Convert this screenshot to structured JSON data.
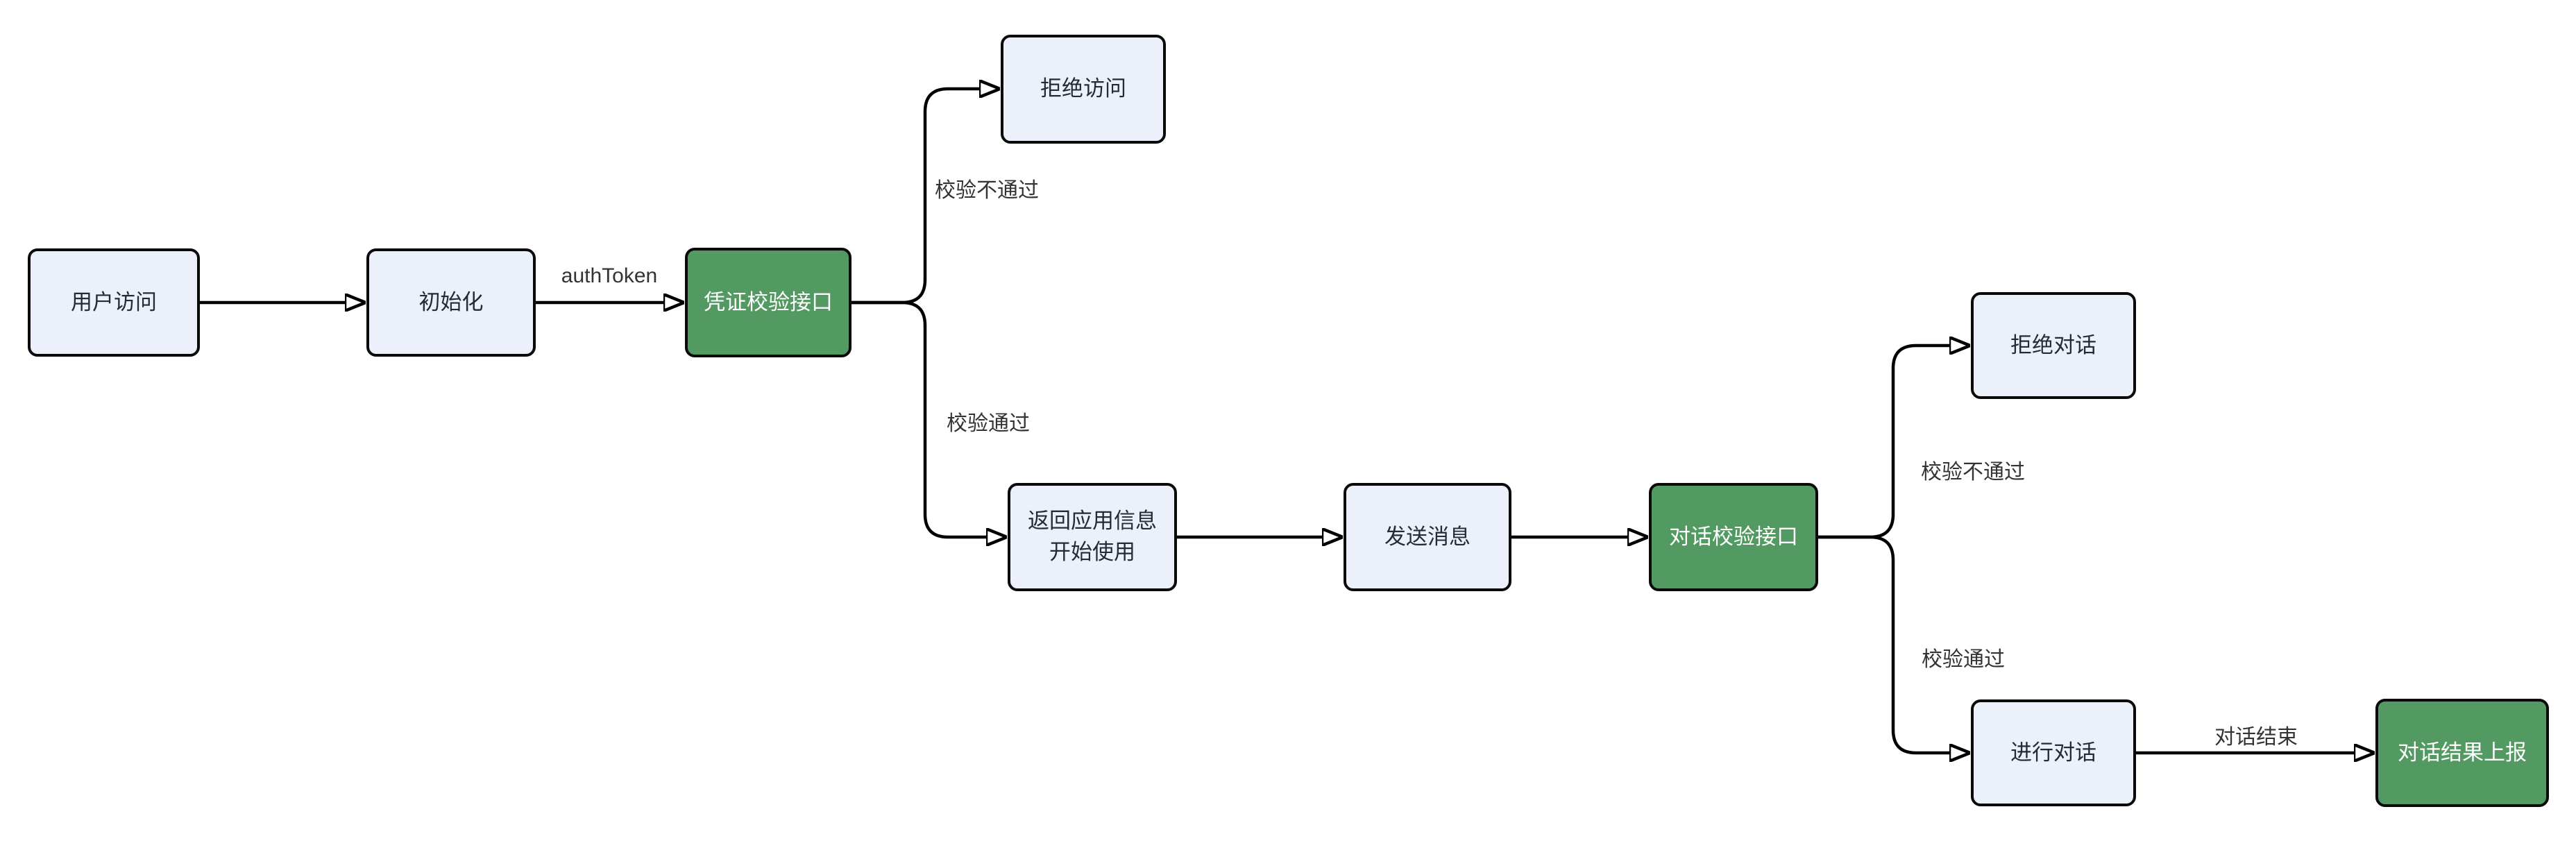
{
  "diagram": {
    "type": "flowchart",
    "direction": "left-to-right",
    "background": "#ffffff",
    "colors": {
      "node_fill": "#ECF0FA",
      "node_border": "#0a0a0a",
      "green_fill": "#529A62",
      "node_text": "#262b33",
      "green_text": "#ffffff",
      "edge": "#000000",
      "edge_label": "#333333"
    },
    "nodes": [
      {
        "id": "user_visit",
        "label": "用户访问",
        "variant": "default"
      },
      {
        "id": "init",
        "label": "初始化",
        "variant": "default"
      },
      {
        "id": "credential_check",
        "label": "凭证校验接口",
        "variant": "green"
      },
      {
        "id": "deny_access",
        "label": "拒绝访问",
        "variant": "default"
      },
      {
        "id": "return_app_info",
        "label": "返回应用信息\n开始使用",
        "variant": "default"
      },
      {
        "id": "send_message",
        "label": "发送消息",
        "variant": "default"
      },
      {
        "id": "dialog_check",
        "label": "对话校验接口",
        "variant": "green"
      },
      {
        "id": "deny_dialog",
        "label": "拒绝对话",
        "variant": "default"
      },
      {
        "id": "do_dialog",
        "label": "进行对话",
        "variant": "default"
      },
      {
        "id": "report_result",
        "label": "对话结果上报",
        "variant": "green"
      }
    ],
    "edges": [
      {
        "from": "user_visit",
        "to": "init",
        "label": ""
      },
      {
        "from": "init",
        "to": "credential_check",
        "label": "authToken"
      },
      {
        "from": "credential_check",
        "to": "deny_access",
        "label": "校验不通过"
      },
      {
        "from": "credential_check",
        "to": "return_app_info",
        "label": "校验通过"
      },
      {
        "from": "return_app_info",
        "to": "send_message",
        "label": ""
      },
      {
        "from": "send_message",
        "to": "dialog_check",
        "label": ""
      },
      {
        "from": "dialog_check",
        "to": "deny_dialog",
        "label": "校验不通过"
      },
      {
        "from": "dialog_check",
        "to": "do_dialog",
        "label": "校验通过"
      },
      {
        "from": "do_dialog",
        "to": "report_result",
        "label": "对话结束"
      }
    ]
  }
}
